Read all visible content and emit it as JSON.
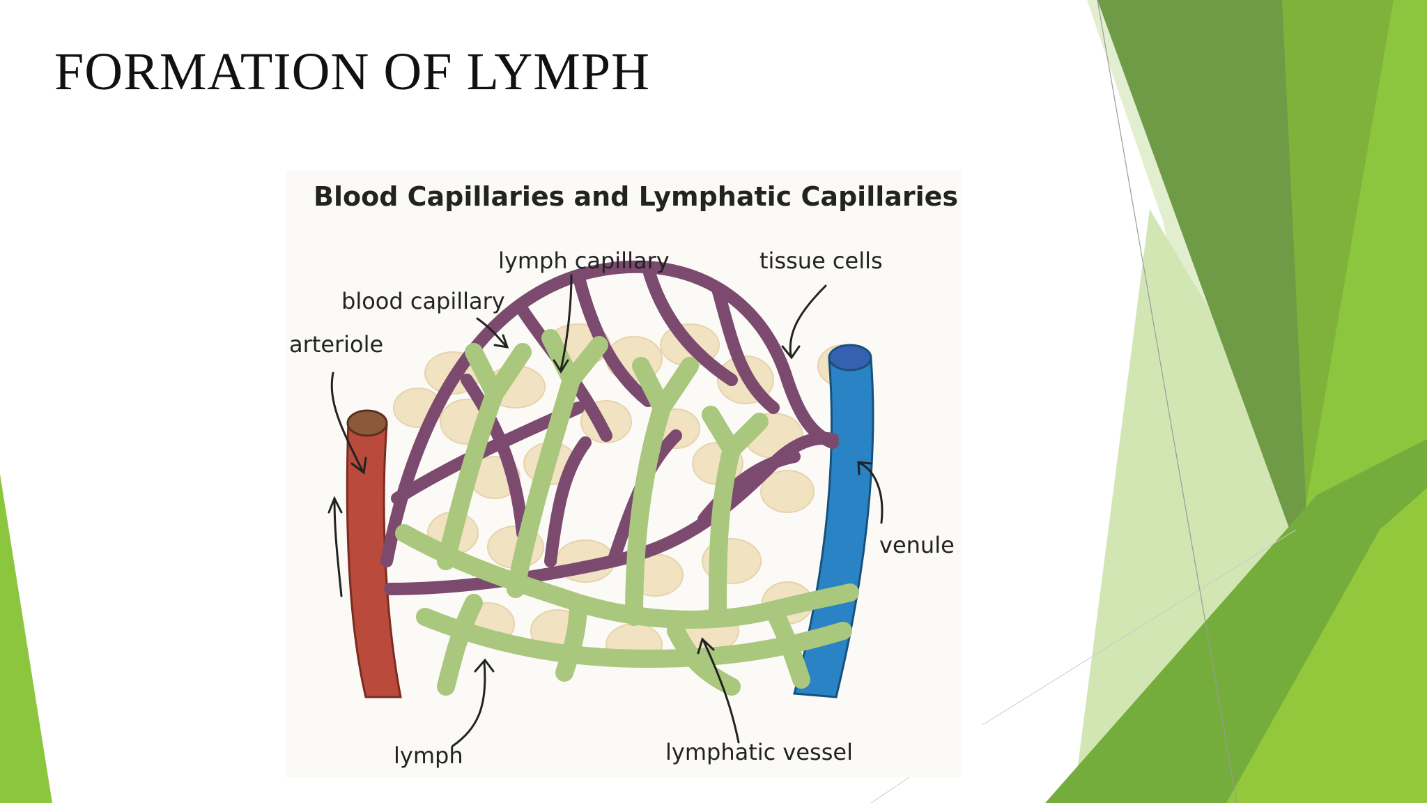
{
  "slide": {
    "title": "FORMATION OF LYMPH"
  },
  "figure": {
    "title": "Blood Capillaries and Lymphatic Capillaries",
    "labels": {
      "lymph_capillary": "lymph capillary",
      "tissue_cells": "tissue cells",
      "blood_capillary": "blood capillary",
      "arteriole": "arteriole",
      "venule": "venule",
      "lymph": "lymph",
      "lymphatic_vessel": "lymphatic vessel"
    }
  },
  "colors": {
    "accent_green": "#8cc63f",
    "dark_green": "#6e9a45",
    "light_green": "#dfeccb",
    "arteriole_red": "#b94a3c",
    "venule_blue": "#2a83c4",
    "capillary_purple": "#7b4a6e",
    "lymph_green": "#a9c77d",
    "tissue_beige": "#f1e2c2"
  }
}
